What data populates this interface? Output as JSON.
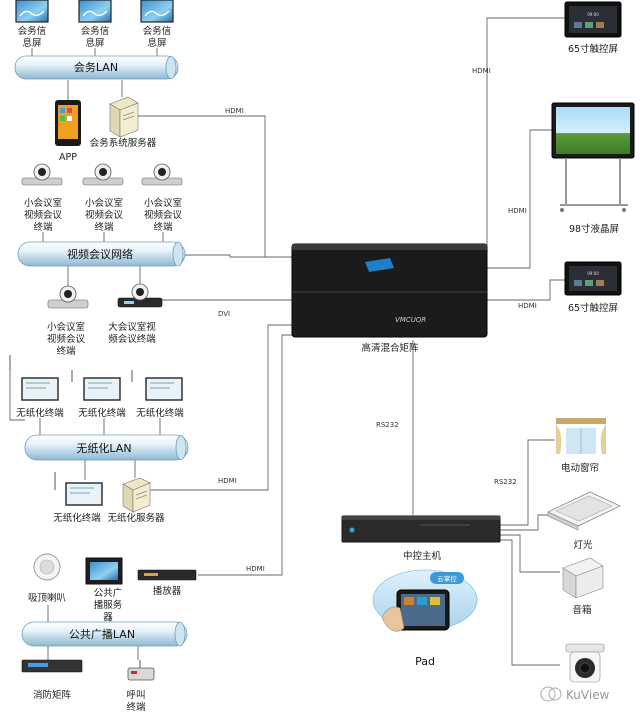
{
  "buses": {
    "conference_lan": "会务LAN",
    "video_network": "视频会议网络",
    "paperless_lan": "无纸化LAN",
    "broadcast_lan": "公共广播LAN"
  },
  "devices": {
    "info_screen_line1": "会务信",
    "info_screen_line2": "息屏",
    "app": "APP",
    "conf_server": "会务系统服务器",
    "small_room_line1": "小会议室",
    "small_room_line2": "视频会议",
    "small_room_line3": "终端",
    "big_room_line1": "大会议室视",
    "big_room_line2": "频会议终端",
    "paperless_terminal": "无纸化终端",
    "paperless_server": "无纸化服务器",
    "ceiling_speaker": "吸顶喇叭",
    "pa_server_line1": "公共广",
    "pa_server_line2": "播服务",
    "pa_server_line3": "器",
    "player": "播放器",
    "fire_matrix": "消防矩阵",
    "call_line1": "呼叫",
    "call_line2": "终端",
    "matrix": "高清混合矩阵",
    "central": "中控主机",
    "pad": "Pad",
    "touch65": "65寸触控屏",
    "lcd98": "98寸液晶屏",
    "curtain": "电动窗帘",
    "light": "灯光",
    "speaker": "音箱",
    "yunzhangkong": "云掌控"
  },
  "links": {
    "hdmi": "HDMI",
    "dvi": "DVI",
    "rs232": "RS232"
  },
  "watermark": "KuView",
  "colors": {
    "bus_light": "#eef6fb",
    "bus_dark": "#8ab8d0",
    "matrix_body": "#1b1b1b",
    "central_body": "#2a2a2a"
  }
}
